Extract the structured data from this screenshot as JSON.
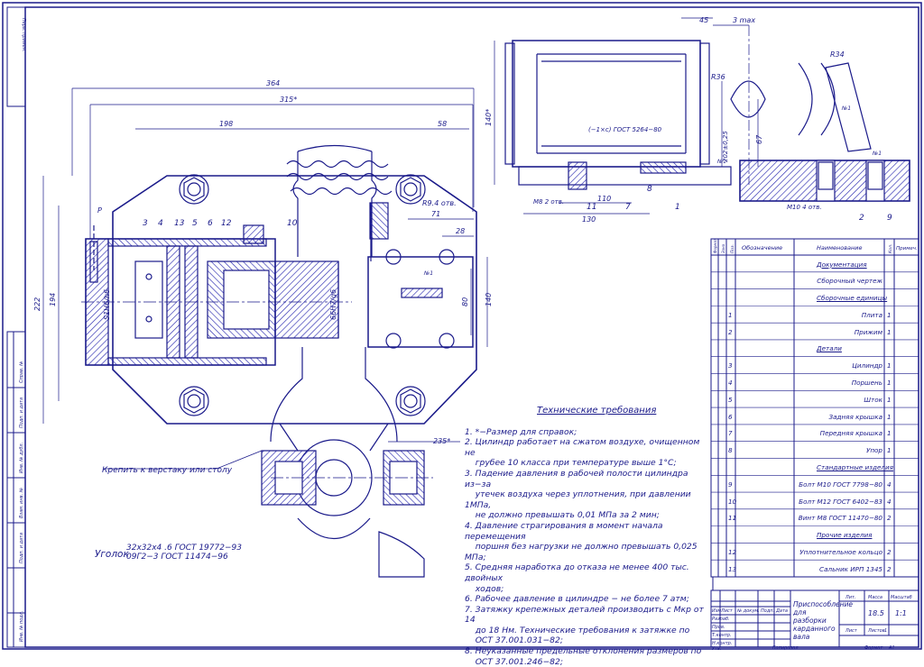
{
  "dimensions": {
    "d364": "364",
    "d315": "315*",
    "d198": "198",
    "d58": "58",
    "d222": "222",
    "d194": "194",
    "d71": "71",
    "d28": "28",
    "d80": "80",
    "d140": "140",
    "d235": "235*",
    "d45": "45",
    "d3max": "3 max",
    "d140v": "140*",
    "d67": "67",
    "d202": "202±0,25",
    "d130": "130",
    "d110": "110",
    "r36": "R36",
    "r34": "R34",
    "r9": "R9.4 отв.",
    "fit1": "S1H6/h6",
    "fit2": "66H7/g6",
    "m8": "M8 2 отв.",
    "m10": "M10 4 отв.",
    "gost1": "(−1×с) ГОСТ 5264−80",
    "p": "P",
    "num1": "№1"
  },
  "callouts": {
    "c3": "3",
    "c4": "4",
    "c13": "13",
    "c5": "5",
    "c6": "6",
    "c12": "12",
    "c10": "10",
    "c11": "11",
    "c8": "8",
    "c1": "1",
    "c2": "2",
    "c9": "9",
    "c7": "7"
  },
  "notes": {
    "title": "Технические требования",
    "items": [
      "1. *−Размер для справок;",
      "2. Цилиндр работает на сжатом воздухе, очищенном не\n    грубее 10 класса при температуре выше 1°С;",
      "3. Падение давления в рабочей полости цилиндра из−за\n    утечек воздуха через уплотнения, при давлении 1МПа,\n    не должно превышать 0,01 МПа за 2 мин;",
      "4. Давление страгирования в момент начала перемещения\n    поршня без нагрузки не должно превышать 0,025 МПа;",
      "5. Средняя наработка до отказа не менее 400 тыс. двойных\n    ходов;",
      "6. Рабочее давление в цилиндре − не более 7 атм;",
      "7. Затяжку крепежных деталей производить с Мкр от 14\n    до 18 Нм. Технические требования к затяжке по\n    ОСТ 37.001.031−82;",
      "8. Неуказанные предельные отклонения размеров по\n    ОСТ 37.001.246−82;"
    ]
  },
  "fix_note": "Крепить к верстаку или столу",
  "ugolok": {
    "label": "Уголок",
    "line1": "32x32x4 .6 ГОСТ 19772−93",
    "line2": "09Г2−3 ГОСТ 11474−96"
  },
  "bom": {
    "headers": {
      "format": "Формат",
      "zone": "Зона",
      "pos": "Поз.",
      "designation": "Обозначение",
      "name": "Наименование",
      "qty": "Кол.",
      "note": "Примеч."
    },
    "rows": [
      {
        "pos": "",
        "name": "Документация",
        "qty": "",
        "section": true
      },
      {
        "pos": "",
        "name": "Сборочный чертеж",
        "qty": "",
        "section": false
      },
      {
        "pos": "",
        "name": "Сборочные единицы",
        "qty": "",
        "section": true
      },
      {
        "pos": "1",
        "name": "Плита",
        "qty": "1",
        "section": false
      },
      {
        "pos": "2",
        "name": "Прижим",
        "qty": "1",
        "section": false
      },
      {
        "pos": "",
        "name": "Детали",
        "qty": "",
        "section": true
      },
      {
        "pos": "3",
        "name": "Цилиндр",
        "qty": "1",
        "section": false
      },
      {
        "pos": "4",
        "name": "Поршень",
        "qty": "1",
        "section": false
      },
      {
        "pos": "5",
        "name": "Шток",
        "qty": "1",
        "section": false
      },
      {
        "pos": "6",
        "name": "Задняя крышка",
        "qty": "1",
        "section": false
      },
      {
        "pos": "7",
        "name": "Передняя крышка",
        "qty": "1",
        "section": false
      },
      {
        "pos": "8",
        "name": "Упор",
        "qty": "1",
        "section": false
      },
      {
        "pos": "",
        "name": "Стандартные изделия",
        "qty": "",
        "section": true
      },
      {
        "pos": "9",
        "name": "Болт М10 ГОСТ 7798−80",
        "qty": "4",
        "section": false
      },
      {
        "pos": "10",
        "name": "Болт М12 ГОСТ 6402−83",
        "qty": "4",
        "section": false
      },
      {
        "pos": "11",
        "name": "Винт М8 ГОСТ 11470−80",
        "qty": "2",
        "section": false
      },
      {
        "pos": "",
        "name": "Прочие изделия",
        "qty": "",
        "section": true
      },
      {
        "pos": "12",
        "name": "Уплотнительное кольцо",
        "qty": "2",
        "section": false
      },
      {
        "pos": "13",
        "name": "Сальник ИРП 1345",
        "qty": "2",
        "section": false
      }
    ]
  },
  "title_block": {
    "title": "Приспособление для разборки карданного вала",
    "lit": "Лит.",
    "mass_label": "Масса",
    "scale_label": "Масштаб",
    "mass": "18.5",
    "scale": "1:1",
    "sheet": "Лист",
    "sheets": "Листов",
    "sheets_val": "1",
    "copied": "Копировал",
    "format": "Формат",
    "format_val": "А1",
    "rows": [
      "Изм",
      "Лист",
      "№ докум.",
      "Подп.",
      "Дата"
    ],
    "roles": [
      "Разраб.",
      "Пров.",
      "Т.контр.",
      "Н.контр.",
      "Утв."
    ]
  },
  "side_stamp": [
    "Перв. примен.",
    "Справ. №",
    "Подп. и дата",
    "Инв. № дубл.",
    "Взам. инв. №",
    "Подп. и дата",
    "Инв. № подл."
  ],
  "colors": {
    "ink": "#1a1a8a",
    "hatch": "#3a3ab0",
    "bg": "#ffffff"
  }
}
